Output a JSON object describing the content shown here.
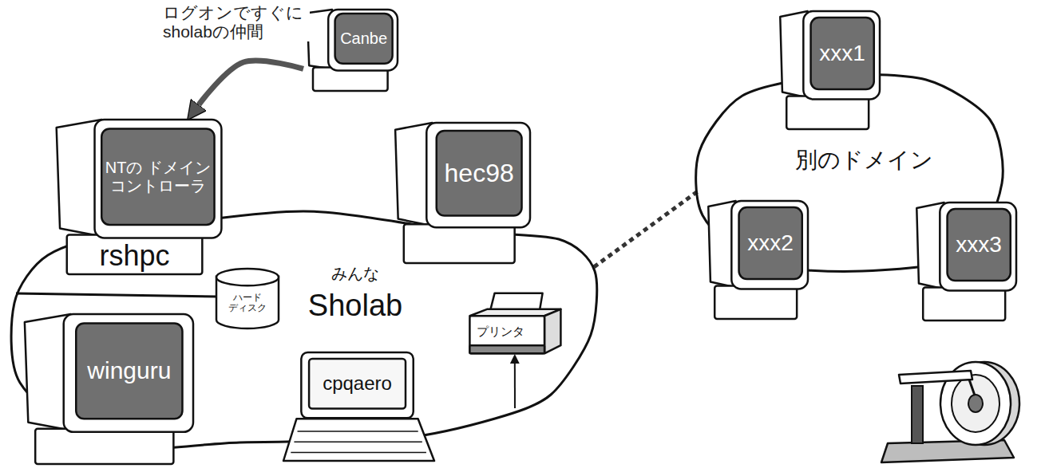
{
  "diagram": {
    "nodes": [
      {
        "text": [
          "Canbe"
        ]
      },
      {
        "text": [
          "みんな",
          "Sholab"
        ]
      },
      {
        "text": [
          "NTの ドメイン コントローラ",
          "rshpc"
        ]
      },
      {
        "text": [
          "hec98"
        ]
      },
      {
        "text": [
          "ハード ディスク"
        ]
      },
      {
        "text": [
          "winguru"
        ]
      },
      {
        "text": [
          "cpqaero"
        ]
      },
      {
        "text": [
          "プリンタ"
        ]
      },
      {
        "text": [
          "別のドメイン"
        ]
      },
      {
        "text": [
          "xxx1"
        ]
      },
      {
        "text": [
          "xxx2"
        ]
      },
      {
        "text": [
          "xxx3"
        ]
      }
    ],
    "edges": [
      {
        "from": 0,
        "to": 2,
        "label": "ログオンですぐに sholabの仲間",
        "arrow": "to"
      },
      {
        "from": 1,
        "to": 8,
        "arrow": "none"
      },
      {
        "from": 1,
        "to": 7,
        "arrow": "to"
      }
    ]
  }
}
